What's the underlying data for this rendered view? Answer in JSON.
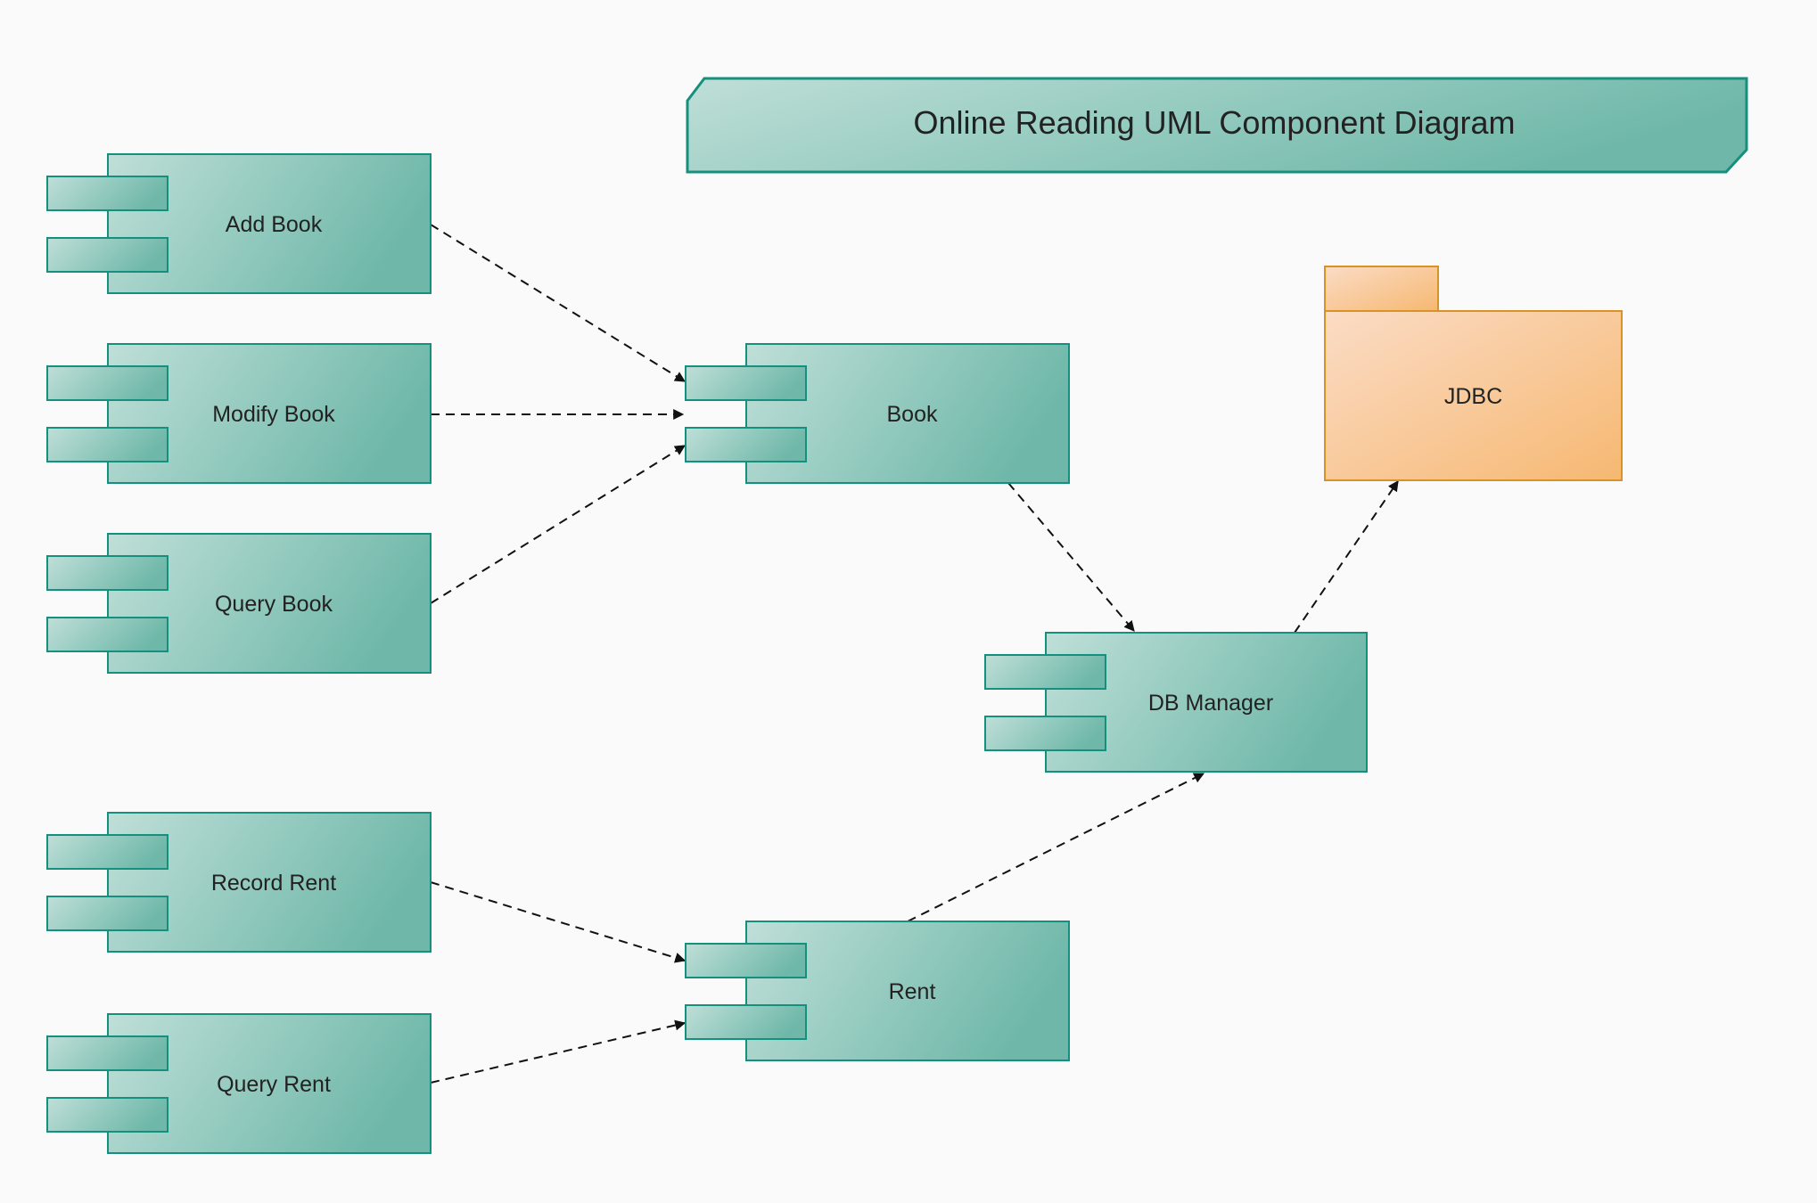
{
  "diagram": {
    "title": "Online Reading UML Component Diagram",
    "colors": {
      "background": "#fafafa",
      "component_fill_start": "#bfdfd8",
      "component_fill_end": "#6fb8a9",
      "component_stroke": "#16907e",
      "package_fill_start": "#fbdcc5",
      "package_fill_end": "#f6b872",
      "package_stroke": "#d99224",
      "edge": "#111111"
    },
    "components": [
      {
        "id": "add-book",
        "label": "Add Book"
      },
      {
        "id": "modify-book",
        "label": "Modify Book"
      },
      {
        "id": "query-book",
        "label": "Query Book"
      },
      {
        "id": "record-rent",
        "label": "Record Rent"
      },
      {
        "id": "query-rent",
        "label": "Query Rent"
      },
      {
        "id": "book",
        "label": "Book"
      },
      {
        "id": "rent",
        "label": "Rent"
      },
      {
        "id": "db-manager",
        "label": "DB Manager"
      }
    ],
    "packages": [
      {
        "id": "jdbc",
        "label": "JDBC"
      }
    ],
    "dependencies": [
      {
        "from": "add-book",
        "to": "book"
      },
      {
        "from": "modify-book",
        "to": "book"
      },
      {
        "from": "query-book",
        "to": "book"
      },
      {
        "from": "record-rent",
        "to": "rent"
      },
      {
        "from": "query-rent",
        "to": "rent"
      },
      {
        "from": "book",
        "to": "db-manager"
      },
      {
        "from": "rent",
        "to": "db-manager"
      },
      {
        "from": "db-manager",
        "to": "jdbc"
      }
    ]
  }
}
